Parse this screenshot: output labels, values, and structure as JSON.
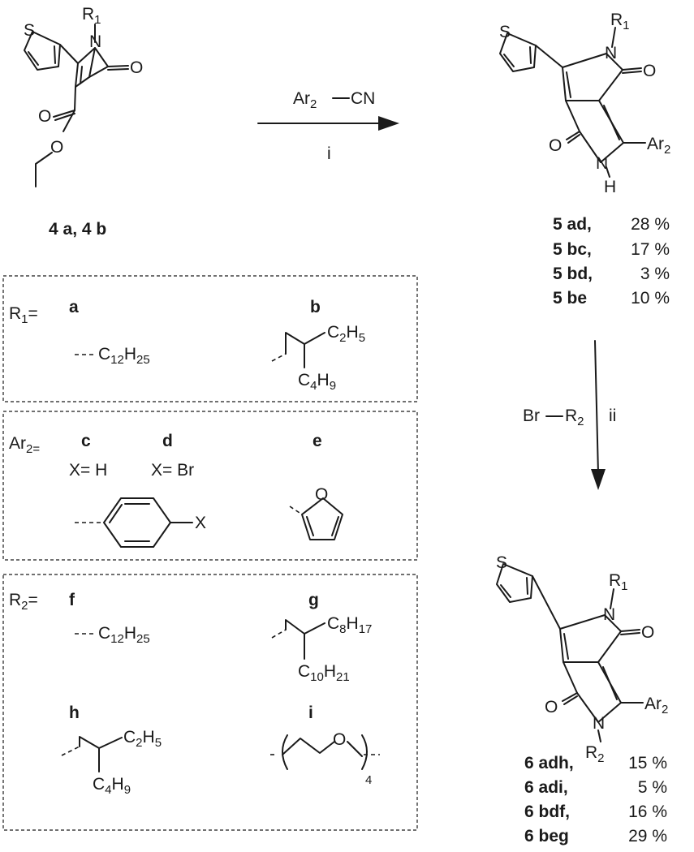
{
  "atoms": {
    "S": "S",
    "N": "N",
    "O": "O",
    "H": "H"
  },
  "groups": {
    "R": "R",
    "one": "1",
    "two": "2",
    "Ar": "Ar",
    "Br": "Br",
    "CN": "CN",
    "C12H25": [
      "C",
      "12",
      "H",
      "25"
    ],
    "C2H5": [
      "C",
      "2",
      "H",
      "5"
    ],
    "C4H9": [
      "C",
      "4",
      "H",
      "9"
    ],
    "C8H17": [
      "C",
      "8",
      "H",
      "17"
    ],
    "C10H21": [
      "C",
      "10",
      "H",
      "21"
    ],
    "n4": "4"
  },
  "reagents": {
    "step1": "i",
    "step2": "ii"
  },
  "start_label": "4 a, 4 b",
  "yields5": [
    {
      "compound": "5 ad,",
      "yield": "28 %"
    },
    {
      "compound": "5 bc,",
      "yield": "17 %"
    },
    {
      "compound": "5 bd,",
      "yield": "3 %"
    },
    {
      "compound": "5 be",
      "yield": "10 %"
    }
  ],
  "yields6": [
    {
      "compound": "6 adh,",
      "yield": "15 %"
    },
    {
      "compound": "6 adi,",
      "yield": "5 %"
    },
    {
      "compound": "6 bdf,",
      "yield": "16 %"
    },
    {
      "compound": "6 beg",
      "yield": "29 %"
    }
  ],
  "legend": {
    "r1_head": "R",
    "ar2_head": "Ar",
    "eq": "=",
    "letters": {
      "a": "a",
      "b": "b",
      "c": "c",
      "d": "d",
      "e": "e",
      "f": "f",
      "g": "g",
      "h": "h",
      "i": "i"
    },
    "x_h": "X= H",
    "x_br": "X= Br",
    "x": "X"
  }
}
